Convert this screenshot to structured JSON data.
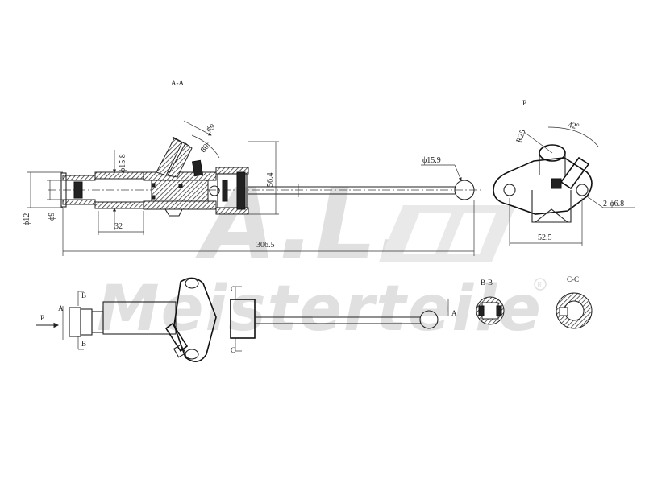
{
  "views": {
    "aa_title": "A-A",
    "p_title": "P",
    "bb_title": "B-B",
    "cc_title": "C-C"
  },
  "dimensions": {
    "phi9_top": "ϕ9",
    "angle80": "80°",
    "phi15_8": "ϕ15.8",
    "d56_4": "56.4",
    "phi15_9": "ϕ15.9",
    "phi12": "ϕ12",
    "phi9_left": "ϕ9",
    "d32": "32",
    "d306_5": "306.5",
    "r25": "R25",
    "angle42": "42°",
    "two_phi6_8": "2-ϕ6.8",
    "d52_5": "52.5"
  },
  "section_marks": {
    "a": "A",
    "b": "B",
    "c": "C",
    "p_arrow": "P"
  },
  "watermark": {
    "brand_top": "A.L.",
    "brand_bottom": "Meisterteile",
    "registered": "R"
  }
}
